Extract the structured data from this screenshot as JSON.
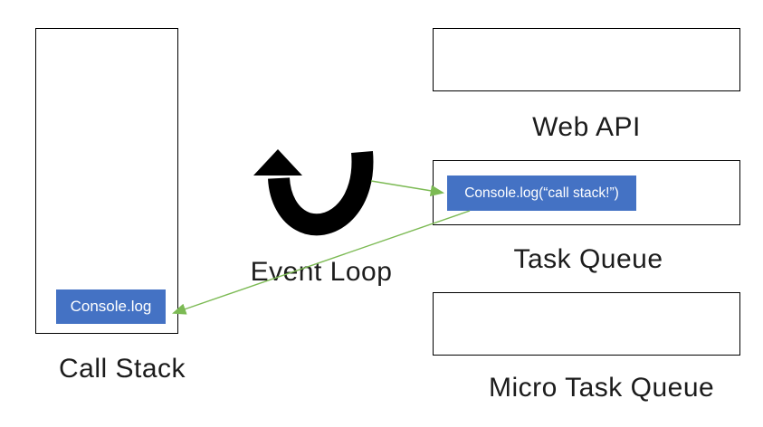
{
  "diagram": {
    "call_stack": {
      "label": "Call Stack",
      "item": "Console.log"
    },
    "web_api": {
      "label": "Web API"
    },
    "task_queue": {
      "label": "Task Queue",
      "item": "Console.log(“call stack!”)"
    },
    "micro_task_queue": {
      "label": "Micro Task Queue"
    },
    "event_loop": {
      "label": "Event Loop"
    },
    "icons": {
      "event_loop_arrow": "u-turn-up-arrow",
      "flow_arrow_1": "event-loop-to-task-queue-item",
      "flow_arrow_2": "task-queue-item-to-call-stack-item"
    },
    "colors": {
      "item_fill_blue": "#4472C4",
      "item_text": "#FFFFFF",
      "flow_arrow_green": "#7CBA54",
      "outline": "#000000",
      "label_text": "#1C1C1C",
      "background": "#FFFFFF"
    }
  }
}
